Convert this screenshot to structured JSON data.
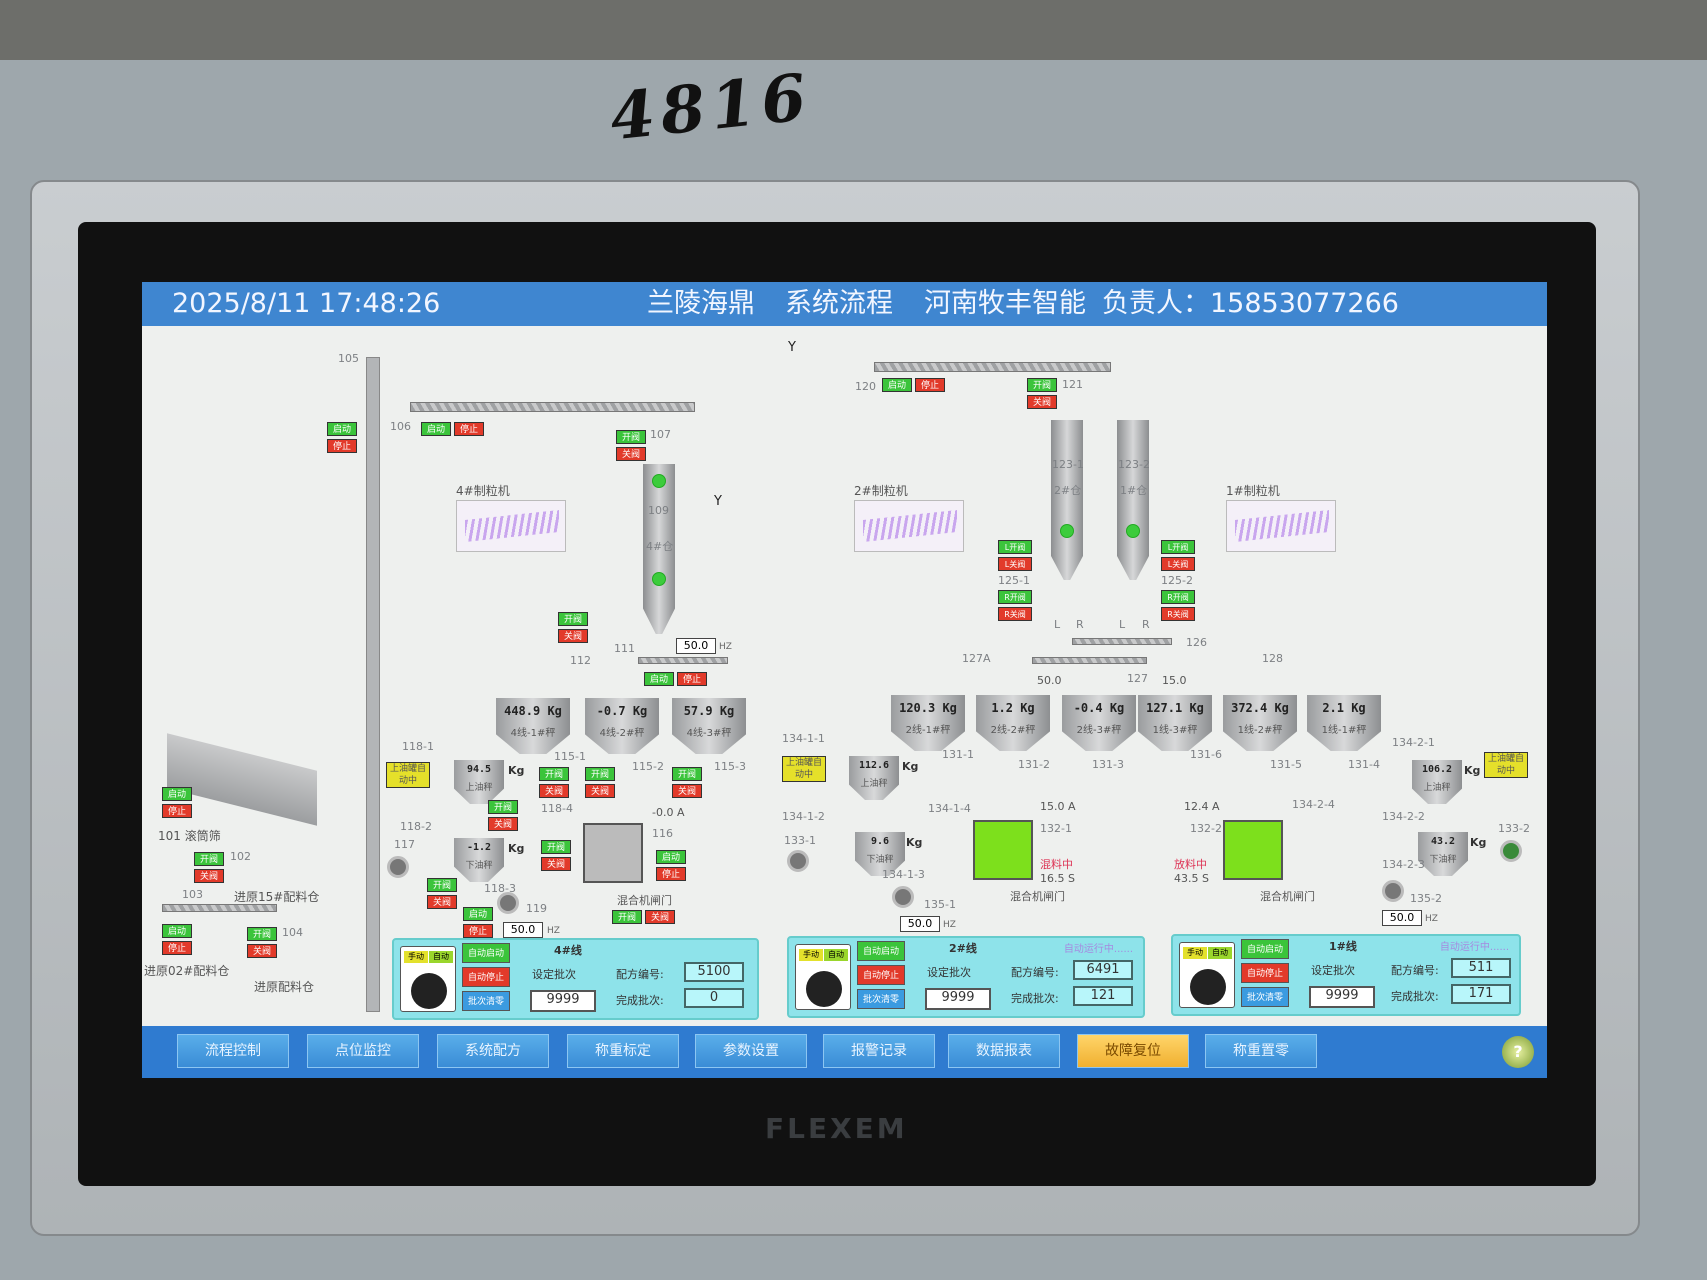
{
  "cabinet": {
    "handwritten_number": "4816",
    "brand": "FLEXEM"
  },
  "header": {
    "datetime": "2025/8/11 17:48:26",
    "site": "兰陵海鼎",
    "page": "系统流程",
    "company": "河南牧丰智能",
    "contact": "负责人：15853077266"
  },
  "buttons": {
    "start": "启动",
    "stop": "停止",
    "open": "开阀",
    "close": "关阀",
    "l_open": "L开阀",
    "r_open": "R开阀",
    "l_close": "L关阀",
    "r_close": "R关阀"
  },
  "tags": {
    "t105": "105",
    "t106": "106",
    "t107": "107",
    "t109": "109",
    "t111": "111",
    "t112": "112",
    "t101": "101 滚筒筛",
    "t102": "102",
    "t103": "103",
    "t104": "104",
    "to15": "进原15#配料仓",
    "to02": "进原02#配料仓",
    "to_bin": "进原配料仓",
    "t115_1": "115-1",
    "t115_2": "115-2",
    "t115_3": "115-3",
    "t116": "116",
    "t117": "117",
    "t118_1": "118-1",
    "t118_2": "118-2",
    "t118_3": "118-3",
    "t118_4": "118-4",
    "t119": "119",
    "t120": "120",
    "t121": "121",
    "t123_1": "123-1",
    "t123_2": "123-2",
    "t125_1": "125-1",
    "t125_2": "125-2",
    "t126": "126",
    "t127": "127",
    "t127a": "127A",
    "t128": "128",
    "t131_1": "131-1",
    "t131_2": "131-2",
    "t131_3": "131-3",
    "t131_4": "131-4",
    "t131_5": "131-5",
    "t131_6": "131-6",
    "t132_1": "132-1",
    "t132_2": "132-2",
    "t133_1": "133-1",
    "t133_2": "133-2",
    "t134_1_1": "134-1-1",
    "t134_1_2": "134-1-2",
    "t134_1_3": "134-1-3",
    "t134_1_4": "134-1-4",
    "t134_2_1": "134-2-1",
    "t134_2_2": "134-2-2",
    "t134_2_3": "134-2-3",
    "t134_2_4": "134-2-4",
    "t135_1": "135-1",
    "t135_2": "135-2",
    "y": "Y",
    "L": "L",
    "R": "R"
  },
  "granulators": {
    "g4": "4#制粒机",
    "g2": "2#制粒机",
    "g1": "1#制粒机"
  },
  "silos": {
    "s4": "4#仓",
    "s2": "2#仓",
    "s1": "1#仓"
  },
  "scales": [
    {
      "value": "448.9 Kg",
      "name": "4线-1#秤"
    },
    {
      "value": "-0.7 Kg",
      "name": "4线-2#秤"
    },
    {
      "value": "57.9 Kg",
      "name": "4线-3#秤"
    },
    {
      "value": "120.3 Kg",
      "name": "2线-1#秤"
    },
    {
      "value": "1.2 Kg",
      "name": "2线-2#秤"
    },
    {
      "value": "-0.4 Kg",
      "name": "2线-3#秤"
    },
    {
      "value": "127.1 Kg",
      "name": "1线-3#秤"
    },
    {
      "value": "372.4 Kg",
      "name": "1线-2#秤"
    },
    {
      "value": "2.1 Kg",
      "name": "1线-1#秤"
    }
  ],
  "oil_scales": [
    {
      "value": "94.5",
      "name": "上油秤"
    },
    {
      "value": "-1.2",
      "name": "下油秤"
    },
    {
      "value": "112.6",
      "name": "上油秤"
    },
    {
      "value": "9.6",
      "name": "下油秤"
    },
    {
      "value": "106.2",
      "name": "上油秤"
    },
    {
      "value": "43.2",
      "name": "下油秤"
    }
  ],
  "unit_kg": "Kg",
  "oil_tank_status": "上油罐自动中",
  "readouts": {
    "hz_111": "50.0",
    "hz_119": "50.0",
    "hz_126": "50.0",
    "hz_127": "15.0",
    "hz_135_1": "50.0",
    "hz_135_2": "50.0",
    "hz": "HZ",
    "amp_116": "-0.0 A",
    "amp_132_1": "15.0 A",
    "amp_132_2": "12.4 A",
    "mix_state_1": "混料中",
    "mix_time_1": "16.5 S",
    "mix_state_2": "放料中",
    "mix_time_2": "43.5 S",
    "mixer_gate": "混合机闸门"
  },
  "panels": [
    {
      "line": "4#线",
      "status": "",
      "recipe": "5100",
      "set_batches": "9999",
      "done_batches": "0"
    },
    {
      "line": "2#线",
      "status": "自动运行中......",
      "recipe": "6491",
      "set_batches": "9999",
      "done_batches": "121"
    },
    {
      "line": "1#线",
      "status": "自动运行中......",
      "recipe": "511",
      "set_batches": "9999",
      "done_batches": "171"
    }
  ],
  "panel_labels": {
    "manual": "手动",
    "auto": "自动",
    "auto_start": "自动启动",
    "auto_stop": "自动停止",
    "clear": "批次清零",
    "set_batches": "设定批次",
    "recipe_no": "配方编号:",
    "done_batches": "完成批次:"
  },
  "nav": [
    "流程控制",
    "点位监控",
    "系统配方",
    "称重标定",
    "参数设置",
    "报警记录",
    "数据报表",
    "故障复位",
    "称重置零"
  ],
  "colors": {
    "titlebar": "#3f86d0",
    "running": "#7de01c",
    "start": "#3bc43b",
    "stop": "#e23a2a",
    "warn": "#f0b030"
  }
}
